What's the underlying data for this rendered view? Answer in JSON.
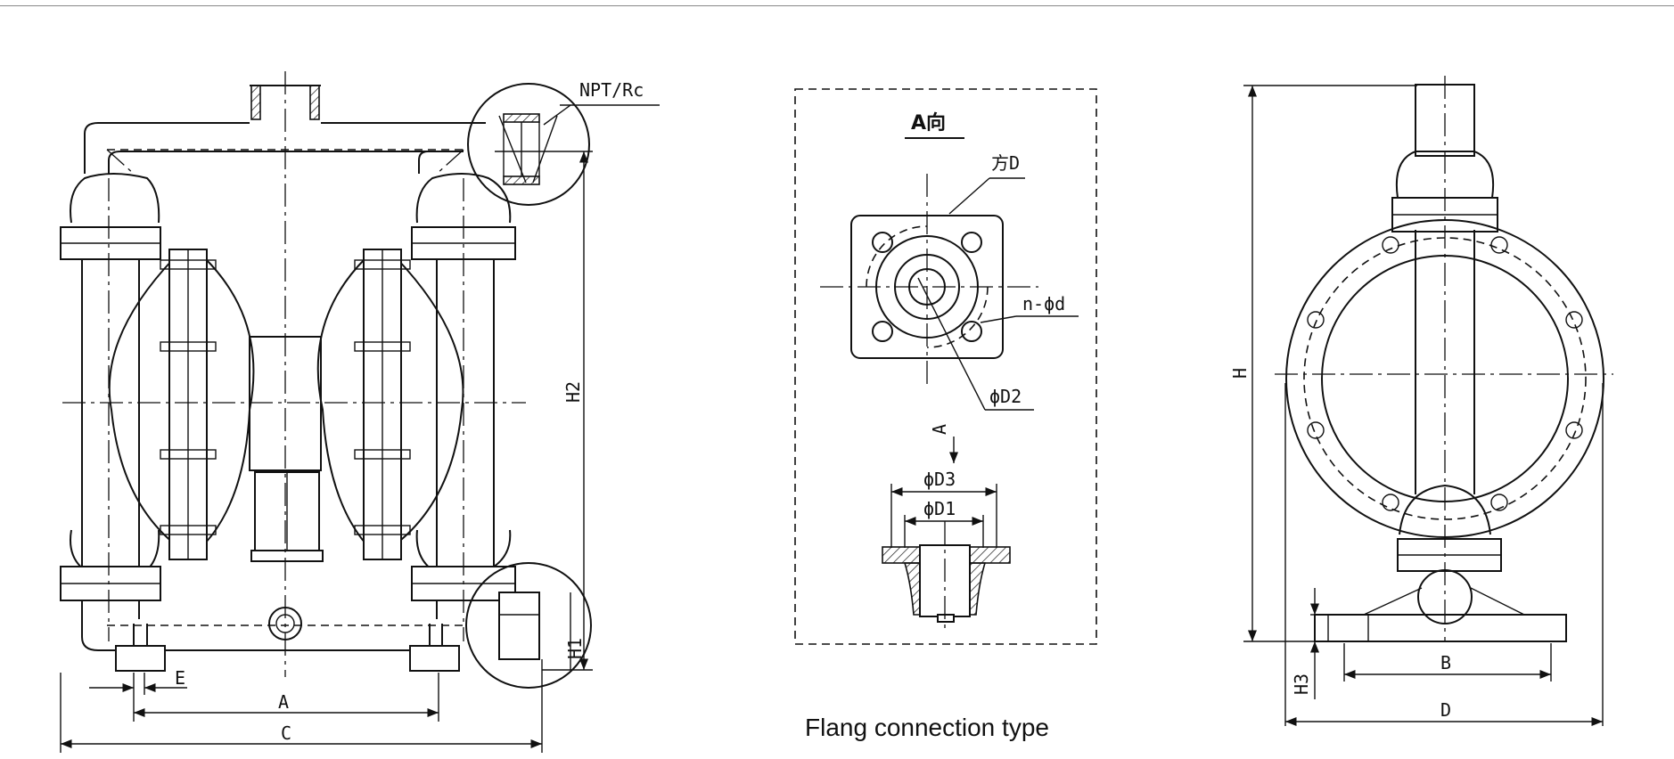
{
  "labels": {
    "npt": "NPT/Rc",
    "a_view": "A向",
    "square_d": "方D",
    "holes": "n-ϕd",
    "d2": "ϕD2",
    "a_arrow": "A",
    "d3": "ϕD3",
    "d1": "ϕD1",
    "dim_a": "A",
    "dim_c": "C",
    "dim_e": "E",
    "dim_h1": "H1",
    "dim_h2": "H2",
    "dim_h": "H",
    "dim_h3": "H3",
    "dim_b": "B",
    "dim_d": "D"
  },
  "caption": "Flang connection type"
}
